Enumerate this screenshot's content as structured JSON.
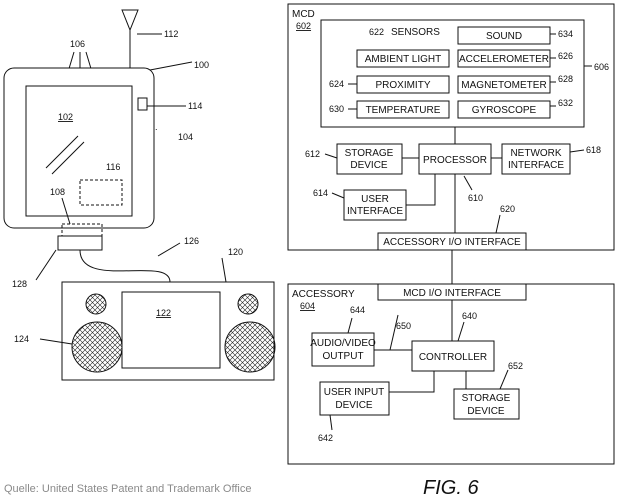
{
  "diagram": {
    "left": {
      "n100": "100",
      "n102": "102",
      "n104": "104",
      "n106": "106",
      "n108": "108",
      "n112": "112",
      "n114": "114",
      "n116": "116",
      "n120": "120",
      "n122": "122",
      "n124": "124",
      "n126": "126",
      "n128": "128"
    },
    "mcd": {
      "title": "MCD",
      "ref": "602",
      "sensors": {
        "title": "SENSORS",
        "n622": "622",
        "n606": "606",
        "ambient_light": "AMBIENT LIGHT",
        "sound": "SOUND",
        "n634": "634",
        "accelerometer": "ACCELEROMETER",
        "n626": "626",
        "proximity": "PROXIMITY",
        "n624": "624",
        "magnetometer": "MAGNETOMETER",
        "n628": "628",
        "temperature": "TEMPERATURE",
        "n630": "630",
        "gyroscope": "GYROSCOPE",
        "n632": "632"
      },
      "storage_l1": "STORAGE",
      "storage_l2": "DEVICE",
      "n612": "612",
      "processor": "PROCESSOR",
      "n610": "610",
      "network_l1": "NETWORK",
      "network_l2": "INTERFACE",
      "n618": "618",
      "ui_l1": "USER",
      "ui_l2": "INTERFACE",
      "n614": "614",
      "accessory_io": "ACCESSORY I/O INTERFACE",
      "n620": "620"
    },
    "accessory": {
      "title": "ACCESSORY",
      "ref": "604",
      "mcd_io": "MCD I/O INTERFACE",
      "av_l1": "AUDIO/VIDEO",
      "av_l2": "OUTPUT",
      "n644": "644",
      "n650": "650",
      "n640": "640",
      "controller": "CONTROLLER",
      "uin_l1": "USER INPUT",
      "uin_l2": "DEVICE",
      "n642": "642",
      "st_l1": "STORAGE",
      "st_l2": "DEVICE",
      "n652": "652"
    },
    "source": "Quelle: United States Patent and Trademark Office",
    "fig": "FIG. 6"
  }
}
